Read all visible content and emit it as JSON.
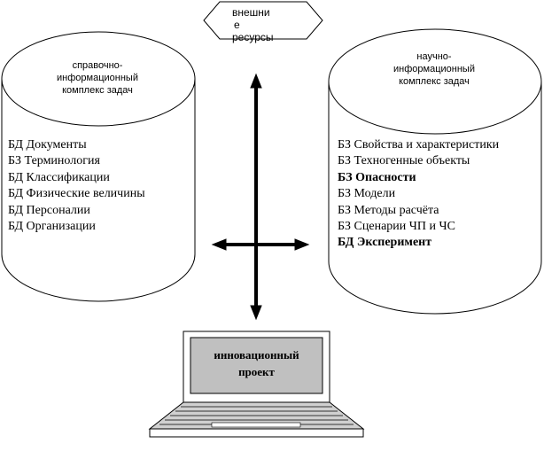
{
  "external_resources": {
    "label_line1": "внешни",
    "label_line2": "е",
    "label_line3": "ресурсы"
  },
  "left_cylinder": {
    "header_line1": "справочно-",
    "header_line2": "информационный",
    "header_line3": "комплекс задач",
    "items": [
      {
        "text": "БД Документы",
        "bold": false
      },
      {
        "text": "БЗ Терминология",
        "bold": false
      },
      {
        "text": "БД Классификации",
        "bold": false
      },
      {
        "text": "БД Физические величины",
        "bold": false
      },
      {
        "text": "БД Персоналии",
        "bold": false
      },
      {
        "text": "БД Организации",
        "bold": false
      }
    ]
  },
  "right_cylinder": {
    "header_line1": "научно-",
    "header_line2": "информационный",
    "header_line3": "комплекс задач",
    "items": [
      {
        "text": "БЗ Свойства и характеристики",
        "bold": false
      },
      {
        "text": "БЗ Техногенные объекты",
        "bold": false
      },
      {
        "text": "БЗ Опасности",
        "bold": true
      },
      {
        "text": "БЗ Модели",
        "bold": false
      },
      {
        "text": "БЗ Методы расчёта",
        "bold": false
      },
      {
        "text": "БЗ Сценарии ЧП и ЧС",
        "bold": false
      },
      {
        "text": "БД Эксперимент",
        "bold": true
      }
    ]
  },
  "laptop": {
    "label_line1": "инновационный",
    "label_line2": "проект"
  },
  "colors": {
    "stroke": "#000000",
    "screen_fill": "#c0c0c0",
    "keyboard_fill": "#d0d0d0"
  }
}
